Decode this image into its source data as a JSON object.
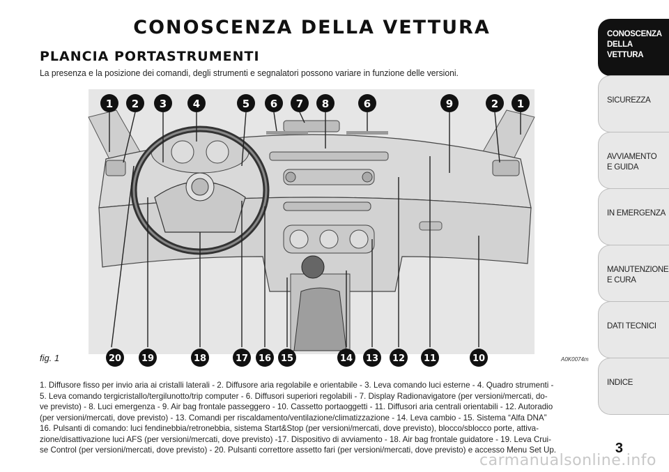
{
  "page": {
    "title": "CONOSCENZA DELLA VETTURA",
    "section_title": "PLANCIA PORTASTRUMENTI",
    "intro": "La presenza e la posizione dei comandi, degli strumenti e segnalatori possono variare in funzione delle versioni.",
    "figure_caption": "fig. 1",
    "figure_code": "A0K0074m",
    "page_number": "3",
    "watermark": "carmanualsonline.info"
  },
  "callouts_top": [
    "1",
    "2",
    "3",
    "4",
    "5",
    "6",
    "7",
    "8",
    "6",
    "9",
    "2",
    "1"
  ],
  "callouts_bottom": [
    "20",
    "19",
    "18",
    "17",
    "16",
    "15",
    "14",
    "13",
    "12",
    "11",
    "10"
  ],
  "legend_lines": [
    "1. Diffusore fisso per invio aria ai cristalli laterali - 2. Diffusore aria regolabile e orientabile - 3. Leva comando luci esterne - 4. Quadro strumenti -",
    "5. Leva comando tergicristallo/tergilunotto/trip computer - 6. Diffusori superiori regolabili - 7. Display Radionavigatore (per versioni/mercati, do-",
    "ve previsto) - 8. Luci emergenza - 9. Air bag frontale passeggero - 10. Cassetto portaoggetti - 11. Diffusori aria centrali orientabili - 12. Autoradio",
    "(per versioni/mercati, dove previsto)  - 13. Comandi per riscaldamento/ventilazione/climatizzazione - 14. Leva cambio - 15. Sistema “Alfa DNA”",
    "16. Pulsanti di comando: luci fendinebbia/retronebbia, sistema Start&Stop (per versioni/mercati, dove previsto), blocco/sblocco porte, attiva-",
    "zione/disattivazione luci AFS (per versioni/mercati, dove previsto) -17. Dispositivo di avviamento - 18. Air bag frontale guidatore - 19. Leva Crui-",
    "se Control (per versioni/mercati, dove previsto) - 20. Pulsanti correttore assetto fari (per versioni/mercati, dove previsto) e accesso Menu Set Up."
  ],
  "tabs": [
    {
      "label": "CONOSCENZA\nDELLA\nVETTURA",
      "active": true
    },
    {
      "label": "SICUREZZA",
      "active": false
    },
    {
      "label": "AVVIAMENTO\nE GUIDA",
      "active": false
    },
    {
      "label": "IN EMERGENZA",
      "active": false
    },
    {
      "label": "MANUTENZIONE\nE CURA",
      "active": false
    },
    {
      "label": "DATI TECNICI",
      "active": false
    },
    {
      "label": "INDICE",
      "active": false
    }
  ]
}
